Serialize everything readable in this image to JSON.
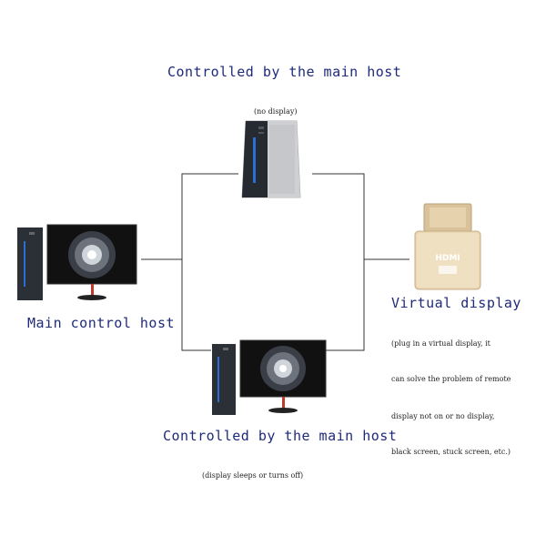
{
  "labels": {
    "top_title": "Controlled by the main host",
    "top_sub": "(no display)",
    "main_host": "Main control host",
    "virtual_title": "Virtual display",
    "virtual_desc": [
      "(plug in a virtual display, it",
      "can solve the problem of remote",
      "display not on or no display,",
      "black screen, stuck screen, etc.)"
    ],
    "bottom_title": "Controlled by the main host",
    "bottom_sub": "(display sleeps or turns off)",
    "plug_text": "HDMI"
  },
  "colors": {
    "label_blue": "#1f2a7a",
    "line": "#333333",
    "tower_dark": "#2b2f36",
    "accent_blue": "#2a6fd6",
    "plug_gold": "#e0c79a",
    "stand_red": "#c0392b"
  },
  "icons": [
    "tower-pc-icon",
    "desktop-pc-icon",
    "hdmi-dummy-plug-icon"
  ]
}
